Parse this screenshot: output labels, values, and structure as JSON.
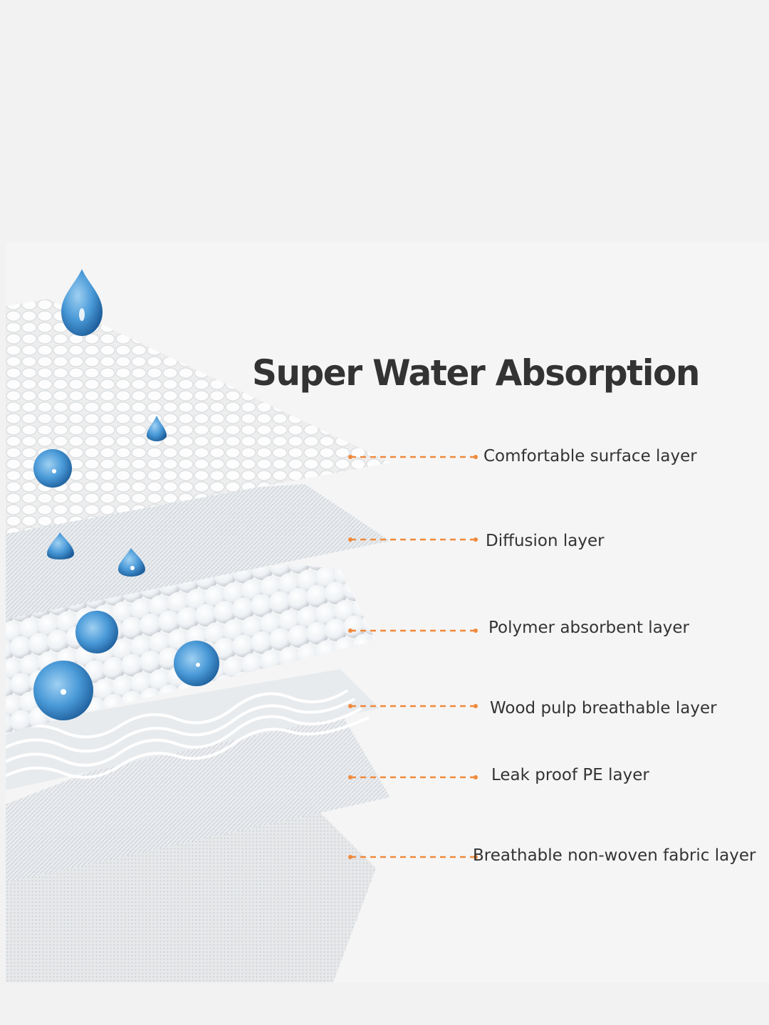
{
  "headline": "Super Water Absorption",
  "layers": [
    {
      "name": "Comfortable surface layer"
    },
    {
      "name": "Diffusion layer"
    },
    {
      "name": "Polymer absorbent layer"
    },
    {
      "name": "Wood pulp breathable layer"
    },
    {
      "name": "Leak proof PE layer"
    },
    {
      "name": "Breathable non-woven fabric layer"
    }
  ],
  "colors": {
    "leader_line": "#f08a3c",
    "water_drop": "#2f7fc4",
    "text": "#333333",
    "background": "#f2f2f2"
  }
}
